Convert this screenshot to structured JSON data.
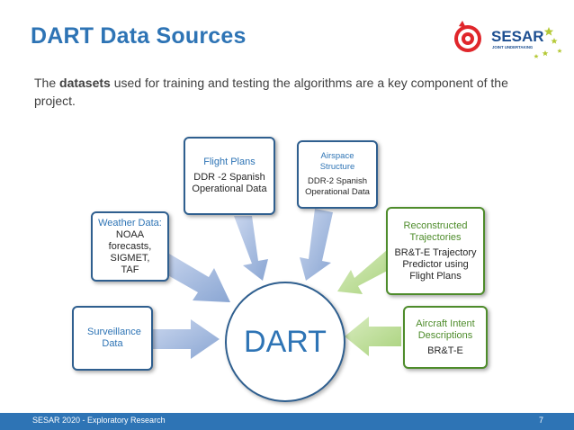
{
  "slide": {
    "title": "DART Data Sources",
    "intro_pre": "The ",
    "intro_bold": "datasets",
    "intro_post": " used for training and testing the algorithms are a key component of the project."
  },
  "logo": {
    "text": "SESAR",
    "subtext": "JOINT UNDERTAKING",
    "colors": {
      "red": "#e0262b",
      "blue": "#1d4f91",
      "star": "#b5c936"
    }
  },
  "diagram": {
    "center": "DART",
    "sources": [
      {
        "head": "Surveillance Data",
        "sub": ""
      },
      {
        "head": "Weather Data:",
        "sub": "NOAA forecasts, SIGMET, TAF"
      },
      {
        "head": "Flight Plans",
        "sub": "DDR -2 Spanish Operational Data"
      },
      {
        "head": "Airspace Structure",
        "sub": "DDR-2 Spanish Operational Data"
      },
      {
        "head": "Reconstructed Trajectories",
        "sub": "BR&T-E Trajectory Predictor using Flight Plans"
      },
      {
        "head": "Aircraft Intent Descriptions",
        "sub": "BR&T-E"
      }
    ],
    "colors": {
      "blue_border": "#2f5f8f",
      "green_border": "#4e8c2b",
      "blue_arrow": "#9bb3d9",
      "green_arrow": "#b8dc8f",
      "accent": "#2e74b5"
    }
  },
  "footer": {
    "text": "SESAR 2020 - Exploratory Research",
    "page": "7"
  }
}
